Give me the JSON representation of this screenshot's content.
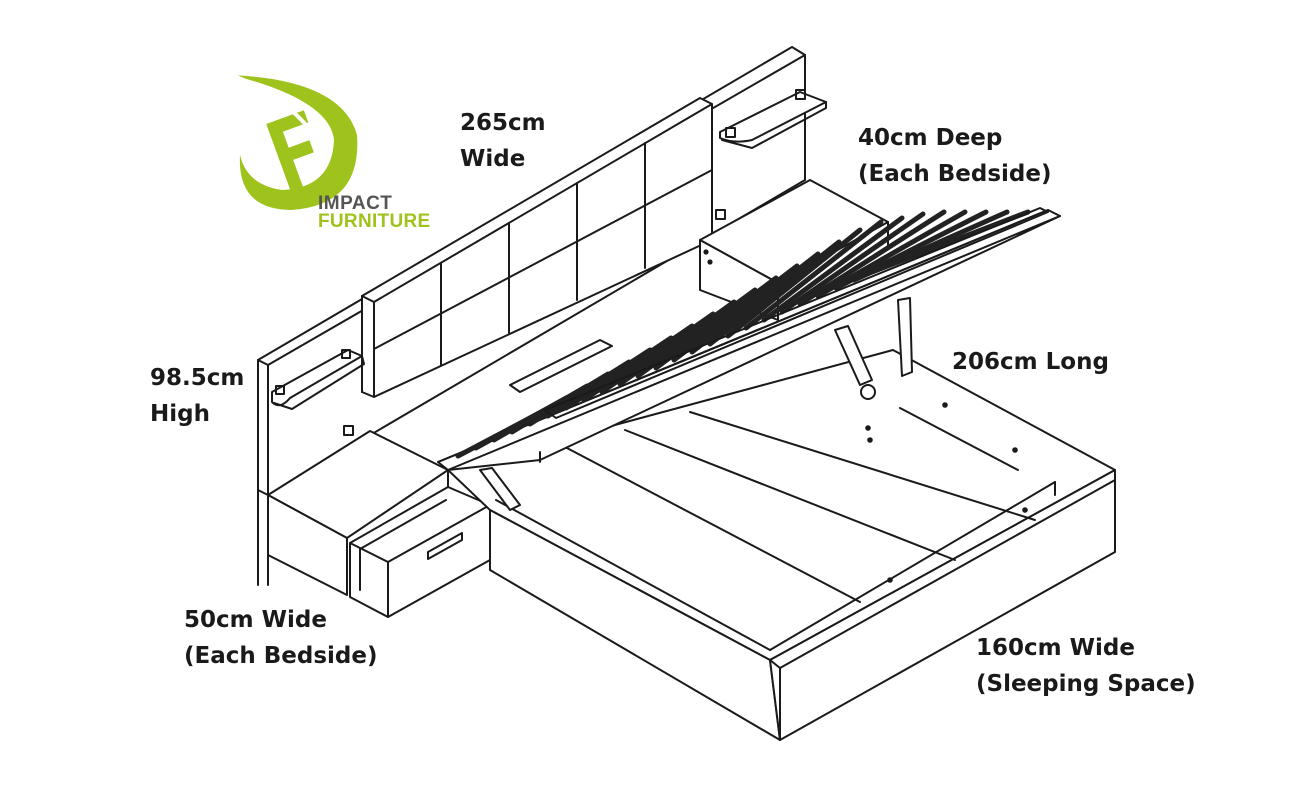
{
  "brand": {
    "line1": "IMPACT",
    "line2": "FURNITURE",
    "logo_color": "#9ec31c",
    "line1_color": "#555555"
  },
  "dimensions": {
    "headboard_width": "265cm\nWide",
    "bedside_depth": "40cm Deep\n(Each Bedside)",
    "length": "206cm Long",
    "height": "98.5cm\nHigh",
    "bedside_width": "50cm Wide\n(Each Bedside)",
    "sleeping_width": "160cm Wide\n(Sleeping Space)"
  },
  "colors": {
    "line": "#1a1a1a",
    "background": "#ffffff"
  }
}
